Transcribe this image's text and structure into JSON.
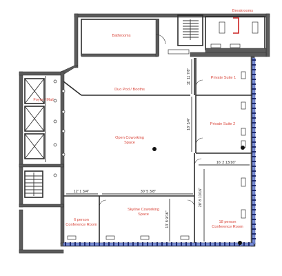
{
  "rooms": {
    "breakrooms": "Breakrooms",
    "bathrooms": "Bathrooms",
    "foyer": "Foyer / Mail",
    "duo_pod": "Duo Pod / Booths",
    "private_suite_1": "Private Suite 1",
    "private_suite_2": "Private Suite 2",
    "open_coworking_line1": "Open Coworking",
    "open_coworking_line2": "Space",
    "six_person_line1": "6 person",
    "six_person_line2": "Conference Room",
    "skyline_line1": "Skyline Coworking",
    "skyline_line2": "Space",
    "eighteen_person_line1": "18 person",
    "eighteen_person_line2": "Conference Room"
  },
  "dimensions": {
    "suite1_height": "11' 11 7/8\"",
    "suite2_height": "18' 3/4\"",
    "six_person_width": "12' 1 3/4\"",
    "skyline_width": "30' 5 3/8\"",
    "skyline_height": "13' 8 9/16\"",
    "conf18_width": "16' 2 13/16\"",
    "conf18_height": "28' 8 13/16\""
  }
}
